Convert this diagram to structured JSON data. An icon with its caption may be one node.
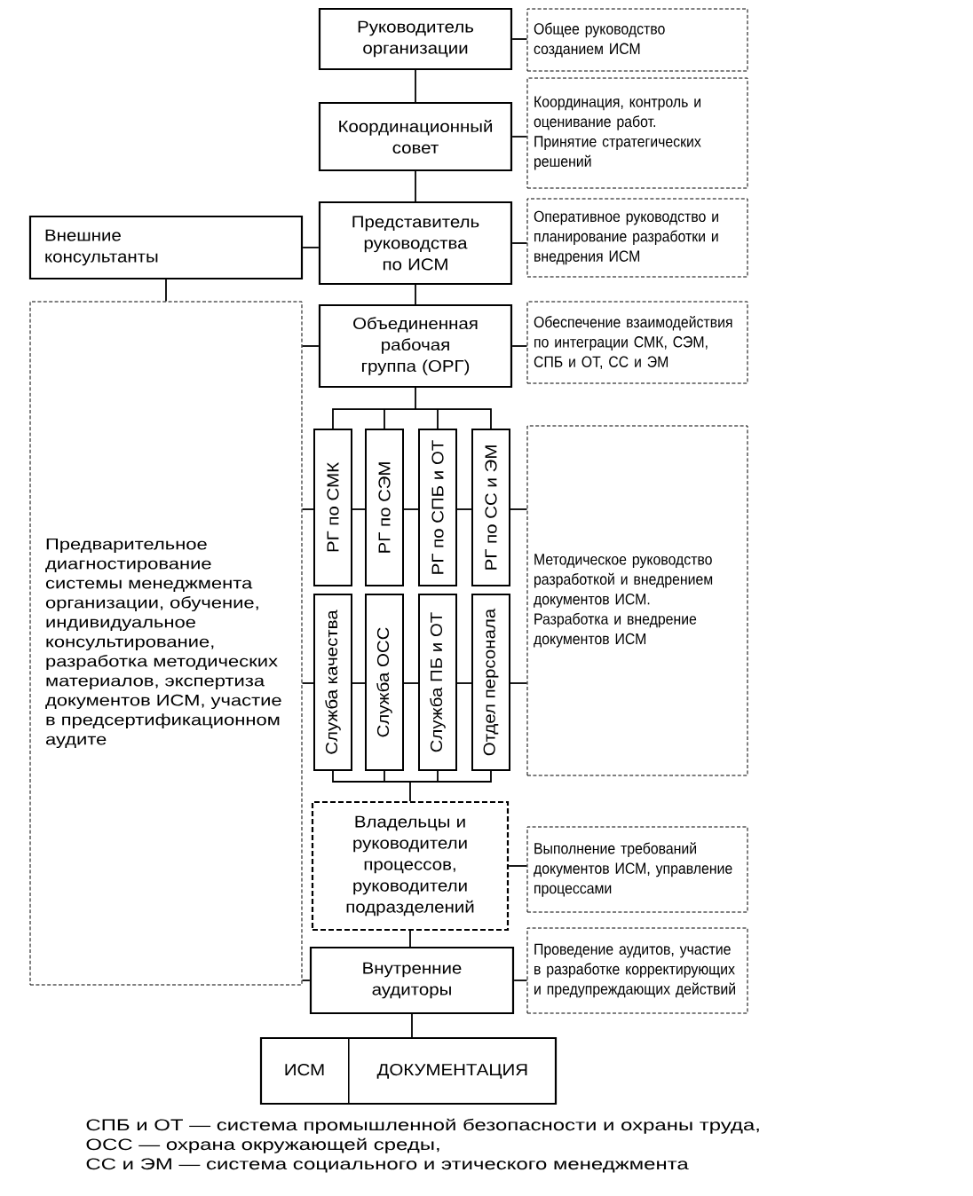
{
  "diagram": {
    "nodes": [
      {
        "text": [
          "Руководитель организации"
        ]
      },
      {
        "text": [
          "Общее руководство созданием ИСМ"
        ]
      },
      {
        "text": [
          "Координационный совет"
        ]
      },
      {
        "text": [
          "Координация, контроль и оценивание работ.",
          "Принятие стратегических решений"
        ]
      },
      {
        "text": [
          "Внешние консультанты"
        ]
      },
      {
        "text": [
          "Представитель руководства по ИСМ"
        ]
      },
      {
        "text": [
          "Оперативное руководство и планирование разработки и внедрения ИСМ"
        ]
      },
      {
        "text": [
          "Предварительное диагностирование системы менеджмента организации, обучение, индивидуальное консультирование, разработка методических материалов, экспертиза документов ИСМ, участие в предсертификационном аудите"
        ]
      },
      {
        "text": [
          "Объединенная рабочая группа (ОРГ)"
        ]
      },
      {
        "text": [
          "Обеспечение взаимодействия по интеграции СМК, СЭМ, СПБ и ОТ, СС и ЭМ"
        ]
      },
      {
        "text": [
          "РГ по СМК"
        ]
      },
      {
        "text": [
          "РГ по СЭМ"
        ]
      },
      {
        "text": [
          "РГ по СПБ и ОТ"
        ]
      },
      {
        "text": [
          "РГ по СС и ЭМ"
        ]
      },
      {
        "text": [
          "Служба качества"
        ]
      },
      {
        "text": [
          "Служба ОСС"
        ]
      },
      {
        "text": [
          "Служба ПБ и ОТ"
        ]
      },
      {
        "text": [
          "Отдел персонала"
        ]
      },
      {
        "text": [
          "Методическое руководство разработкой и внедрением документов ИСМ.",
          "Разработка и внедрение документов ИСМ"
        ]
      },
      {
        "text": [
          "Владельцы и руководители процессов, руководители подразделений"
        ]
      },
      {
        "text": [
          "Выполнение требований документов ИСМ, управление процессами"
        ]
      },
      {
        "text": [
          "Внутренние аудиторы"
        ]
      },
      {
        "text": [
          "Проведение аудитов, участие в разработке корректирующих и предупреждающих действий"
        ]
      },
      {
        "text": [
          "ИСМ",
          "ДОКУМЕНТАЦИЯ"
        ]
      }
    ],
    "edges": [
      {
        "from": 0,
        "to": 1,
        "arrow": "none"
      },
      {
        "from": 0,
        "to": 2,
        "arrow": "none"
      },
      {
        "from": 2,
        "to": 3,
        "arrow": "none"
      },
      {
        "from": 2,
        "to": 5,
        "arrow": "none"
      },
      {
        "from": 4,
        "to": 5,
        "arrow": "none"
      },
      {
        "from": 4,
        "to": 7,
        "arrow": "none"
      },
      {
        "from": 5,
        "to": 6,
        "arrow": "none"
      },
      {
        "from": 5,
        "to": 8,
        "arrow": "none"
      },
      {
        "from": 7,
        "to": 8,
        "arrow": "none"
      },
      {
        "from": 8,
        "to": 9,
        "arrow": "none"
      },
      {
        "from": 8,
        "to": 10,
        "arrow": "none"
      },
      {
        "from": 8,
        "to": 11,
        "arrow": "none"
      },
      {
        "from": 8,
        "to": 12,
        "arrow": "none"
      },
      {
        "from": 8,
        "to": 13,
        "arrow": "none"
      },
      {
        "from": 7,
        "to": 10,
        "arrow": "none"
      },
      {
        "from": 10,
        "to": 11,
        "arrow": "none"
      },
      {
        "from": 11,
        "to": 12,
        "arrow": "none"
      },
      {
        "from": 12,
        "to": 13,
        "arrow": "none"
      },
      {
        "from": 13,
        "to": 18,
        "arrow": "none"
      },
      {
        "from": 7,
        "to": 14,
        "arrow": "none"
      },
      {
        "from": 14,
        "to": 15,
        "arrow": "none"
      },
      {
        "from": 15,
        "to": 16,
        "arrow": "none"
      },
      {
        "from": 16,
        "to": 17,
        "arrow": "none"
      },
      {
        "from": 17,
        "to": 18,
        "arrow": "none"
      },
      {
        "from": 14,
        "to": 19,
        "arrow": "none"
      },
      {
        "from": 15,
        "to": 19,
        "arrow": "none"
      },
      {
        "from": 16,
        "to": 19,
        "arrow": "none"
      },
      {
        "from": 17,
        "to": 19,
        "arrow": "none"
      },
      {
        "from": 19,
        "to": 20,
        "arrow": "none"
      },
      {
        "from": 19,
        "to": 21,
        "arrow": "none"
      },
      {
        "from": 7,
        "to": 21,
        "arrow": "none"
      },
      {
        "from": 21,
        "to": 22,
        "arrow": "none"
      },
      {
        "from": 21,
        "to": 23,
        "arrow": "none"
      }
    ],
    "labels": [
      "СПБ и ОТ — система промышленной безопасности и охраны труда,",
      "ОСС — охрана окружающей среды,",
      "СС и ЭМ — система социального и этического менеджмента"
    ]
  }
}
